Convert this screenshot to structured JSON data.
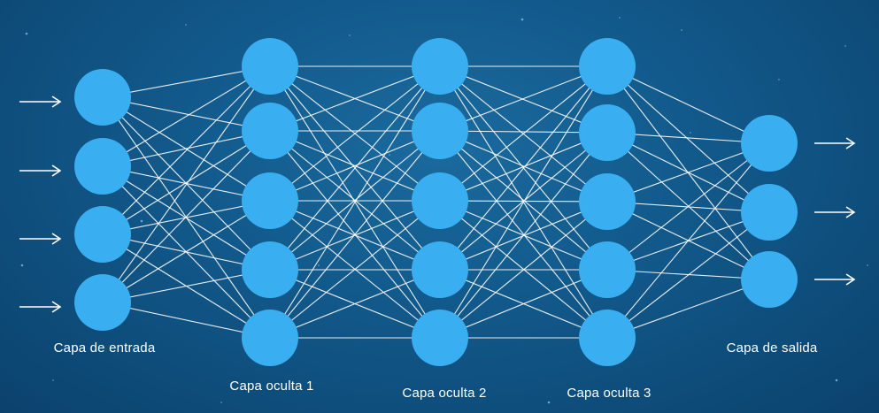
{
  "diagram": {
    "type": "neural-network",
    "colors": {
      "background": "#125a8c",
      "node": "#39aef0",
      "edge": "#ffffff",
      "label": "#ffffff"
    },
    "layers": [
      {
        "id": "input",
        "label": "Capa de entrada",
        "nodes": 4,
        "arrows": "in"
      },
      {
        "id": "hidden1",
        "label": "Capa oculta 1",
        "nodes": 5
      },
      {
        "id": "hidden2",
        "label": "Capa oculta 2",
        "nodes": 5
      },
      {
        "id": "hidden3",
        "label": "Capa oculta 3",
        "nodes": 5
      },
      {
        "id": "output",
        "label": "Capa de salida",
        "nodes": 3,
        "arrows": "out"
      }
    ],
    "connectivity": "fully-connected"
  }
}
